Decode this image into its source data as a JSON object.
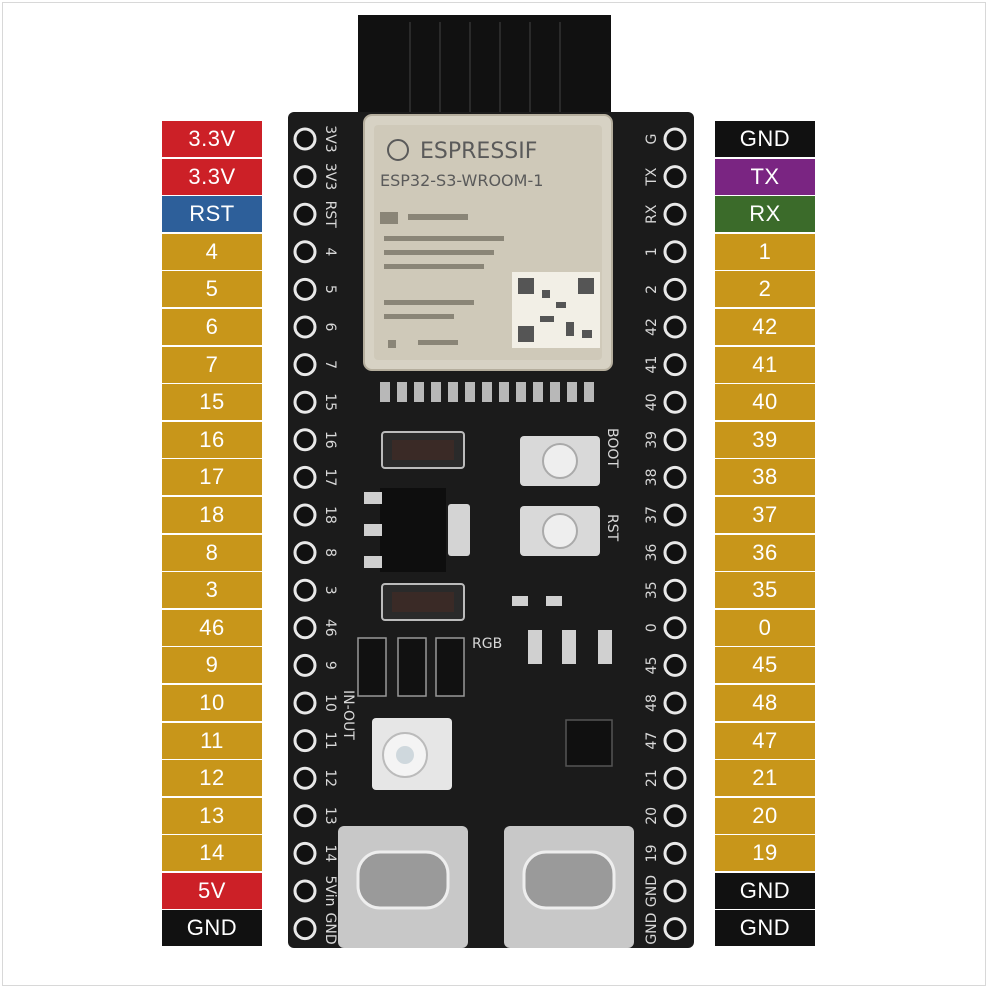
{
  "left_pins": [
    {
      "label": "3.3V",
      "kind": "v33"
    },
    {
      "label": "3.3V",
      "kind": "v33"
    },
    {
      "label": "RST",
      "kind": "rst"
    },
    {
      "label": "4",
      "kind": "gpio"
    },
    {
      "label": "5",
      "kind": "gpio"
    },
    {
      "label": "6",
      "kind": "gpio"
    },
    {
      "label": "7",
      "kind": "gpio"
    },
    {
      "label": "15",
      "kind": "gpio"
    },
    {
      "label": "16",
      "kind": "gpio"
    },
    {
      "label": "17",
      "kind": "gpio"
    },
    {
      "label": "18",
      "kind": "gpio"
    },
    {
      "label": "8",
      "kind": "gpio"
    },
    {
      "label": "3",
      "kind": "gpio"
    },
    {
      "label": "46",
      "kind": "gpio"
    },
    {
      "label": "9",
      "kind": "gpio"
    },
    {
      "label": "10",
      "kind": "gpio"
    },
    {
      "label": "11",
      "kind": "gpio"
    },
    {
      "label": "12",
      "kind": "gpio"
    },
    {
      "label": "13",
      "kind": "gpio"
    },
    {
      "label": "14",
      "kind": "gpio"
    },
    {
      "label": "5V",
      "kind": "v5"
    },
    {
      "label": "GND",
      "kind": "gnd"
    }
  ],
  "right_pins": [
    {
      "label": "GND",
      "kind": "gnd"
    },
    {
      "label": "TX",
      "kind": "tx"
    },
    {
      "label": "RX",
      "kind": "rx"
    },
    {
      "label": "1",
      "kind": "gpio"
    },
    {
      "label": "2",
      "kind": "gpio"
    },
    {
      "label": "42",
      "kind": "gpio"
    },
    {
      "label": "41",
      "kind": "gpio"
    },
    {
      "label": "40",
      "kind": "gpio"
    },
    {
      "label": "39",
      "kind": "gpio"
    },
    {
      "label": "38",
      "kind": "gpio"
    },
    {
      "label": "37",
      "kind": "gpio"
    },
    {
      "label": "36",
      "kind": "gpio"
    },
    {
      "label": "35",
      "kind": "gpio"
    },
    {
      "label": "0",
      "kind": "gpio"
    },
    {
      "label": "45",
      "kind": "gpio"
    },
    {
      "label": "48",
      "kind": "gpio"
    },
    {
      "label": "47",
      "kind": "gpio"
    },
    {
      "label": "21",
      "kind": "gpio"
    },
    {
      "label": "20",
      "kind": "gpio"
    },
    {
      "label": "19",
      "kind": "gpio"
    },
    {
      "label": "GND",
      "kind": "gnd"
    },
    {
      "label": "GND",
      "kind": "gnd"
    }
  ],
  "board": {
    "brand": "ESPRESSIF",
    "module": "ESP32-S3-WROOM-1",
    "silk_left": [
      "3V3",
      "3V3",
      "RST",
      "4",
      "5",
      "6",
      "7",
      "15",
      "16",
      "17",
      "18",
      "8",
      "3",
      "46",
      "9",
      "10",
      "11",
      "12",
      "13",
      "14",
      "5Vin",
      "GND"
    ],
    "silk_right": [
      "G",
      "TX",
      "RX",
      "1",
      "2",
      "42",
      "41",
      "40",
      "39",
      "38",
      "37",
      "36",
      "35",
      "0",
      "45",
      "48",
      "47",
      "21",
      "20",
      "19",
      "GND",
      "GND"
    ],
    "boot_label": "BOOT",
    "rst_label": "RST",
    "rgb_label": "RGB",
    "in_out_label": "IN-OUT"
  },
  "colors": {
    "gpio": "#c8961a",
    "power_33": "#cc2027",
    "power_5v": "#cc2027",
    "reset": "#2d5f9a",
    "ground": "#111111",
    "tx": "#7a2582",
    "rx": "#3b6b2a",
    "pcb": "#1b1b1b"
  }
}
